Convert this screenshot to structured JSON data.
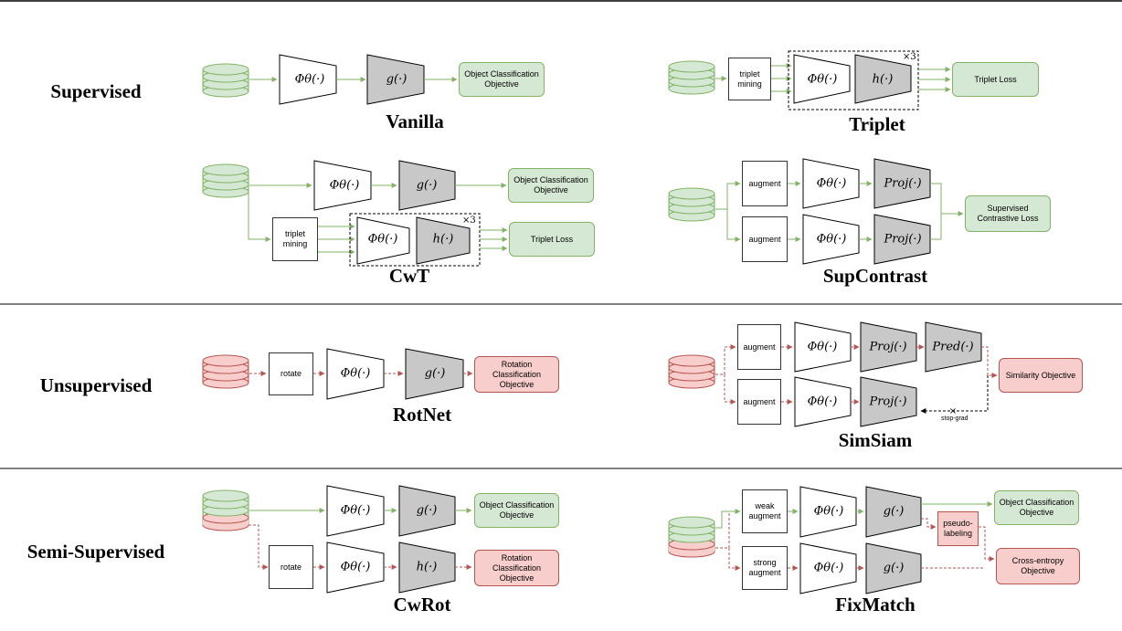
{
  "rows": {
    "supervised": "Supervised",
    "unsupervised": "Unsupervised",
    "semi_supervised": "Semi-Supervised"
  },
  "captions": {
    "vanilla": "Vanilla",
    "triplet": "Triplet",
    "cwt": "CwT",
    "supcontrast": "SupContrast",
    "rotnet": "RotNet",
    "simsiam": "SimSiam",
    "cwrot": "CwRot",
    "fixmatch": "FixMatch"
  },
  "boxes": {
    "triplet_mining": "triplet mining",
    "augment": "augment",
    "rotate": "rotate",
    "weak_augment": "weak augment",
    "strong_augment": "strong augment",
    "pseudo_labeling": "pseudo-labeling"
  },
  "objectives": {
    "object_classification": "Object Classification Objective",
    "triplet_loss": "Triplet Loss",
    "supervised_contrastive": "Supervised Contrastive Loss",
    "rotation_classification": "Rotation Classification Objective",
    "similarity": "Similarity Objective",
    "cross_entropy": "Cross-entropy Objective"
  },
  "math": {
    "encoder": "Φθ(·)",
    "g": "g(·)",
    "h": "h(·)",
    "proj": "Proj(·)",
    "pred": "Pred(·)",
    "times3": "×3",
    "stop_grad": "stop-grad"
  },
  "colors": {
    "green_fill": "#d5e8d4",
    "green_stroke": "#82b366",
    "red_fill": "#f8cecc",
    "red_stroke": "#b85450",
    "gray_fill": "#c8c8c8",
    "supervised_arrow": "#82b366",
    "self_supervised_arrow": "#b85450"
  }
}
